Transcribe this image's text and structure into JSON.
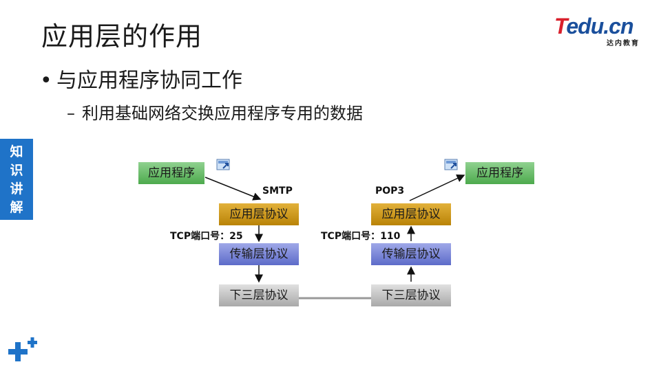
{
  "slide": {
    "title": "应用层的作用",
    "bullet_level1": "与应用程序协同工作",
    "bullet_level2": "利用基础网络交换应用程序专用的数据",
    "side_tab": [
      "知",
      "识",
      "讲",
      "解"
    ]
  },
  "logo": {
    "brand_t": "T",
    "brand_rest": "edu.cn",
    "subtitle": "达内教育"
  },
  "diagram": {
    "left": {
      "app": "应用程序",
      "protocol": "SMTP",
      "layer_app": "应用层协议",
      "port_label": "TCP端口号：25",
      "layer_transport": "传输层协议",
      "layer_lower": "下三层协议"
    },
    "right": {
      "app": "应用程序",
      "protocol": "POP3",
      "layer_app": "应用层协议",
      "port_label": "TCP端口号：110",
      "layer_transport": "传输层协议",
      "layer_lower": "下三层协议"
    }
  },
  "colors": {
    "accent_blue": "#1f73c8",
    "app_green": "#5cb85c",
    "app_layer_gold": "#c8900c",
    "transport_blue": "#6b78d0",
    "lower_gray": "#b0b0b0",
    "logo_red": "#d9202c",
    "logo_blue": "#1a4f9c"
  },
  "icons": [
    "document-link-icon",
    "plus-icon"
  ]
}
